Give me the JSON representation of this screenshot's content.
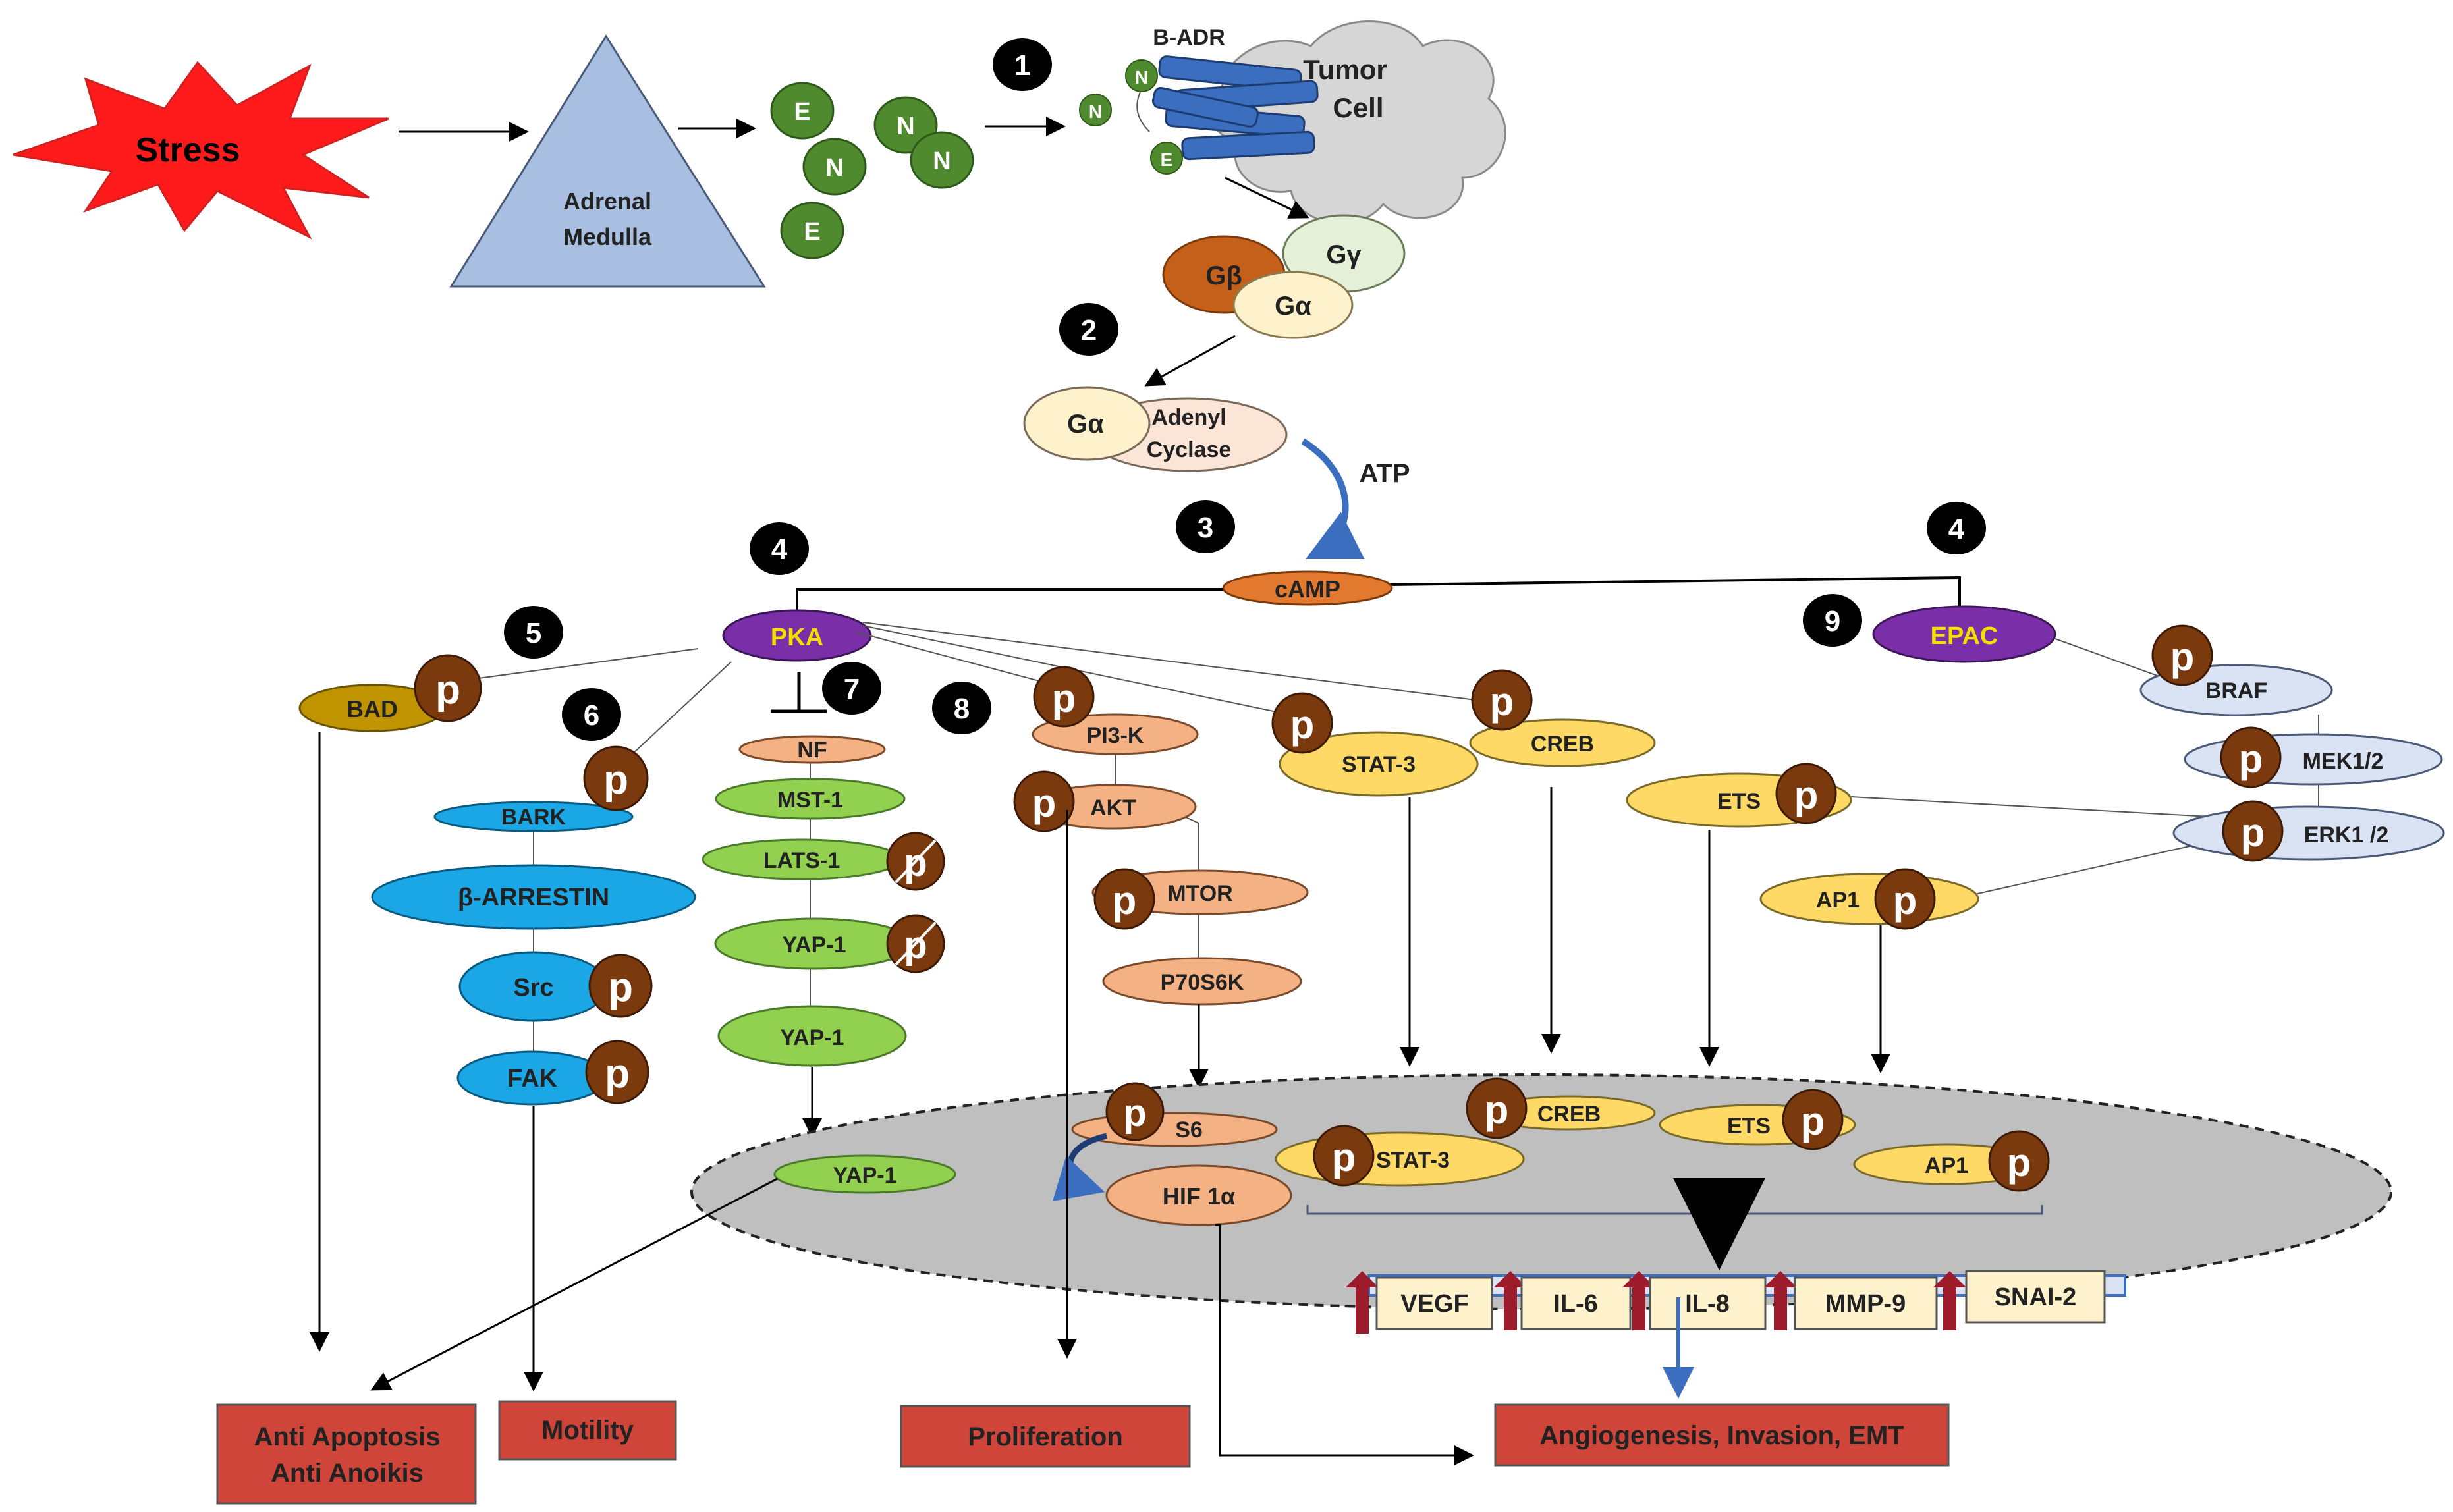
{
  "colors": {
    "stress_fill": "#ff1b1b",
    "triangle_fill": "#a9bfe2",
    "circle_green": "#4f8a2e",
    "receptor_blue": "#3b6ebf",
    "cloud_gray": "#d6d6d6",
    "g_beta": "#c5601b",
    "g_gamma": "#e4f0d8",
    "g_alpha": "#fdf2cc",
    "camp": "#e2792e",
    "purple": "#7a2fa8",
    "purple_text": "#f4e000",
    "bad": "#bf9400",
    "blue": "#1ba7e6",
    "green": "#92d050",
    "salmon": "#f4b183",
    "yellow": "#ffd966",
    "lightblue": "#dae3f3",
    "nucleus": "#bfbfbf",
    "phospho": "#7a3a0e",
    "box_red": "#d0453a",
    "gene_box": "#fdf2cc",
    "up_arrow": "#9c1c2c"
  },
  "title_labels": {
    "stress": "Stress",
    "adrenal_line1": "Adrenal",
    "adrenal_line2": "Medulla",
    "b_adr": "B-ADR",
    "tumor_line1": "Tumor",
    "tumor_line2": "Cell",
    "atp": "ATP"
  },
  "hormones": {
    "e": "E",
    "n": "N"
  },
  "steps": [
    "1",
    "2",
    "3",
    "4",
    "4",
    "5",
    "6",
    "7",
    "8",
    "9"
  ],
  "g_protein": {
    "beta": "Gβ",
    "gamma": "Gγ",
    "alpha": "Gα",
    "alpha2": "Gα",
    "adenyl_line1": "Adenyl",
    "adenyl_line2": "Cyclase"
  },
  "nodes": {
    "camp": "cAMP",
    "pka": "PKA",
    "epac": "EPAC",
    "bad": "BAD",
    "bark": "BARK",
    "arrestin": "β-ARRESTIN",
    "src": "Src",
    "fak": "FAK",
    "nf": "NF",
    "mst1": "MST-1",
    "lats1": "LATS-1",
    "yap1a": "YAP-1",
    "yap1b": "YAP-1",
    "yap1c": "YAP-1",
    "pi3k": "PI3-K",
    "akt": "AKT",
    "mtor": "MTOR",
    "p70s6k": "P70S6K",
    "s6": "S6",
    "hif": "HIF 1α",
    "stat3": "STAT-3",
    "creb": "CREB",
    "stat3n": "STAT-3",
    "crebn": "CREB",
    "ets": "ETS",
    "etsn": "ETS",
    "ap1": "AP1",
    "ap1n": "AP1",
    "braf": "BRAF",
    "mek": "MEK1/2",
    "erk": "ERK1 /2"
  },
  "phospho_label": "p",
  "genes": [
    "VEGF",
    "IL-6",
    "IL-8",
    "MMP-9",
    "SNAI-2"
  ],
  "outcomes": {
    "apoptosis_line1": "Anti Apoptosis",
    "apoptosis_line2": "Anti Anoikis",
    "motility": "Motility",
    "proliferation": "Proliferation",
    "angiogenesis": "Angiogenesis, Invasion, EMT"
  }
}
